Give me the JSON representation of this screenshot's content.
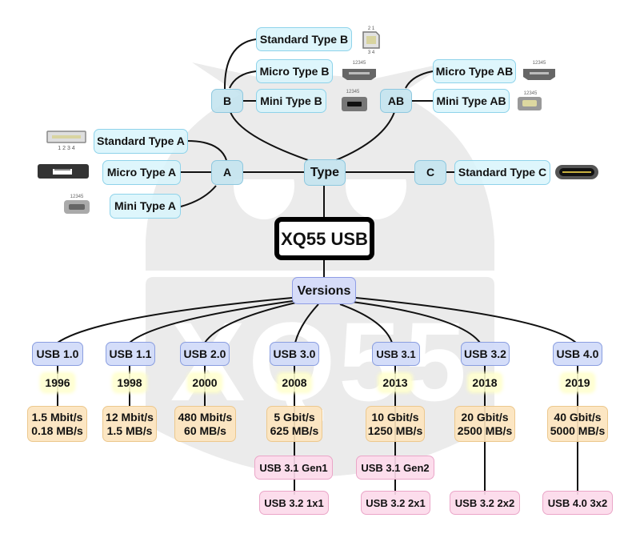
{
  "title": "XQ55 USB",
  "type_tree": {
    "label": "Type",
    "groups": {
      "a": {
        "label": "A",
        "children": [
          "Standard Type A",
          "Micro Type A",
          "Mini Type A"
        ]
      },
      "b": {
        "label": "B",
        "children": [
          "Standard Type B",
          "Micro Type B",
          "Mini Type B"
        ]
      },
      "ab": {
        "label": "AB",
        "children": [
          "Micro Type AB",
          "Mini Type AB"
        ]
      },
      "c": {
        "label": "C",
        "children": [
          "Standard Type C"
        ]
      }
    },
    "pin_labels": {
      "standard_a": "1 2 3 4",
      "standard_b_top": "2 1",
      "standard_b_bottom": "3 4",
      "five_pin": "12345"
    }
  },
  "versions_tree": {
    "label": "Versions",
    "versions": [
      {
        "name": "USB 1.0",
        "year": "1996",
        "speed": [
          "1.5 Mbit/s",
          "0.18 MB/s"
        ],
        "aliases": []
      },
      {
        "name": "USB 1.1",
        "year": "1998",
        "speed": [
          "12 Mbit/s",
          "1.5 MB/s"
        ],
        "aliases": []
      },
      {
        "name": "USB 2.0",
        "year": "2000",
        "speed": [
          "480 Mbit/s",
          "60 MB/s"
        ],
        "aliases": []
      },
      {
        "name": "USB 3.0",
        "year": "2008",
        "speed": [
          "5 Gbit/s",
          "625 MB/s"
        ],
        "aliases": [
          "USB 3.1 Gen1",
          "USB 3.2 1x1"
        ]
      },
      {
        "name": "USB 3.1",
        "year": "2013",
        "speed": [
          "10 Gbit/s",
          "1250 MB/s"
        ],
        "aliases": [
          "USB 3.1 Gen2",
          "USB 3.2 2x1"
        ]
      },
      {
        "name": "USB 3.2",
        "year": "2018",
        "speed": [
          "20 Gbit/s",
          "2500 MB/s"
        ],
        "aliases": [
          "USB 3.2 2x2"
        ]
      },
      {
        "name": "USB 4.0",
        "year": "2019",
        "speed": [
          "40 Gbit/s",
          "5000 MB/s"
        ],
        "aliases": [
          "USB 4.0 3x2"
        ]
      }
    ]
  },
  "watermark": {
    "text": "XQ55",
    "color": "#ebebeb"
  },
  "colors": {
    "type_node": "#d8f4fc",
    "version_node": "#d0daf8",
    "year_node": "#ffffd0",
    "speed_node": "#fce4be",
    "alias_node": "#fcdaea"
  }
}
